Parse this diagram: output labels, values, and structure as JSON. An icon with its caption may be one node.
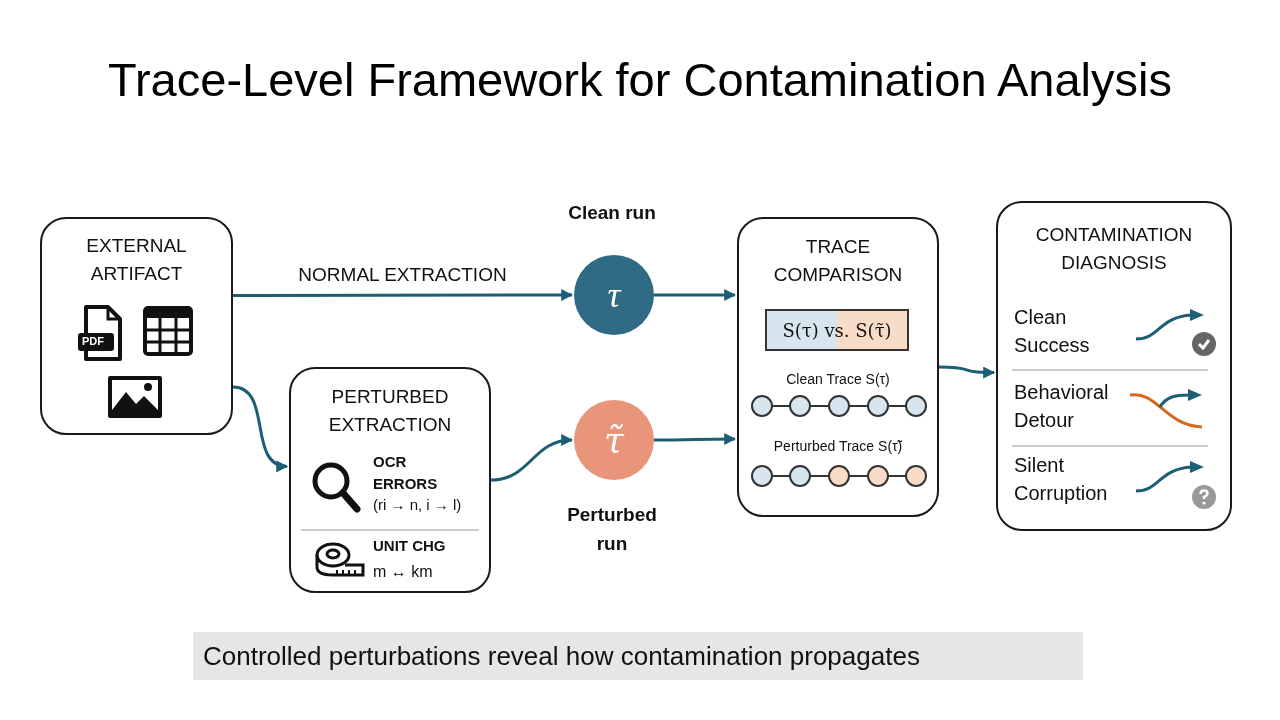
{
  "diagram": {
    "title": "Trace-Level Framework for Contamination Analysis",
    "caption": "Controlled perturbations reveal how contamination propagates",
    "nodes": [
      {
        "text": [
          "EXTERNAL ARTIFACT"
        ]
      },
      {
        "text": [
          "PERTURBED EXTRACTION",
          "OCR ERRORS",
          "(ri → n, i → l)",
          "UNIT CHG",
          "m ↔ km"
        ]
      },
      {
        "text": [
          "τ"
        ],
        "beside": [
          "Clean run"
        ]
      },
      {
        "text": [
          "τ̃"
        ],
        "beside": [
          "Perturbed run"
        ]
      },
      {
        "text": [
          "TRACE COMPARISON",
          "Clean Trace S(τ)",
          "Perturbed Trace S(τ̃)"
        ]
      },
      {
        "text": [
          "S(τ) vs. S(τ̃)"
        ],
        "in": 4
      },
      {
        "text": [
          "CONTAMINATION DIAGNOSIS",
          "Clean Success",
          "Behavioral Detour",
          "Silent Corruption"
        ]
      }
    ],
    "edges": [
      {
        "from": 0,
        "to": 2,
        "arrow": "to",
        "label": "NORMAL EXTRACTION"
      },
      {
        "from": 0,
        "to": 1,
        "arrow": "to"
      },
      {
        "from": 1,
        "to": 3,
        "arrow": "to"
      },
      {
        "from": 2,
        "to": 4,
        "arrow": "to"
      },
      {
        "from": 3,
        "to": 4,
        "arrow": "to"
      },
      {
        "from": 4,
        "to": 6,
        "arrow": "to"
      }
    ],
    "labels": [
      "PDF"
    ]
  }
}
